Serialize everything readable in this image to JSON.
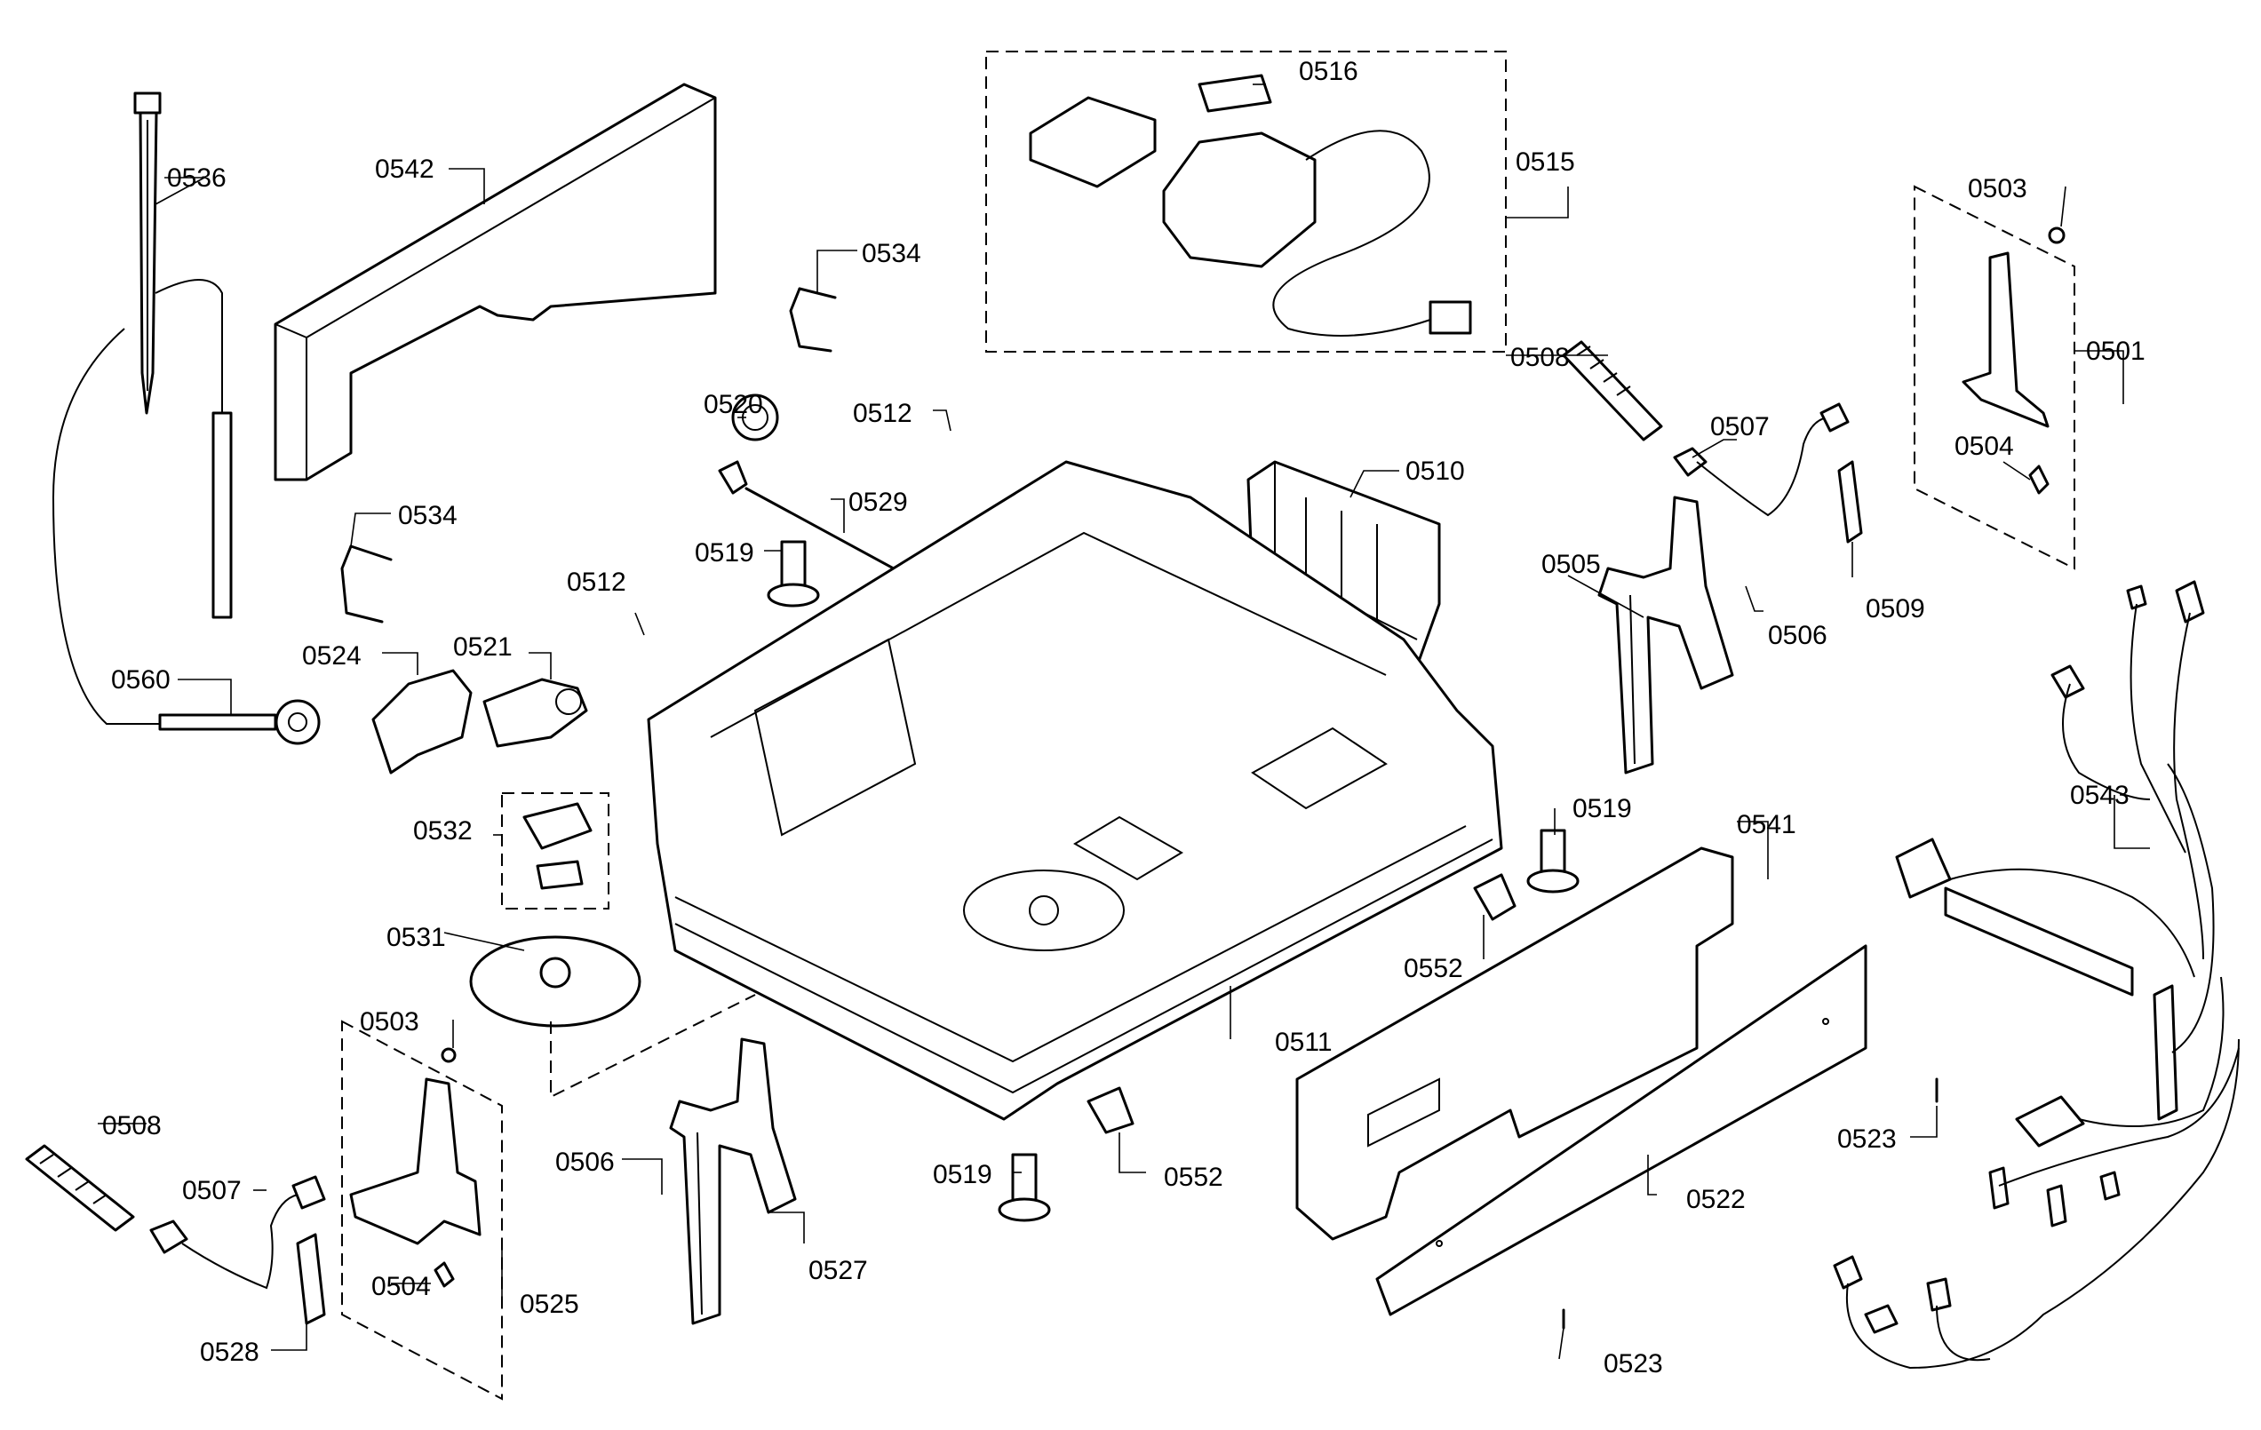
{
  "labels": [
    "0536",
    "0542",
    "0534",
    "0516",
    "0515",
    "0503",
    "0501",
    "0534",
    "0520",
    "0512",
    "0508",
    "0507",
    "0504",
    "0510",
    "0529",
    "0519",
    "0512",
    "0509",
    "0505",
    "0506",
    "0560",
    "0524",
    "0521",
    "0543",
    "0519",
    "0541",
    "0532",
    "0552",
    "0531",
    "0511",
    "0503",
    "0523",
    "0508",
    "0506",
    "0522",
    "0507",
    "0552",
    "0519",
    "0527",
    "0525",
    "0504",
    "0528",
    "0523"
  ]
}
